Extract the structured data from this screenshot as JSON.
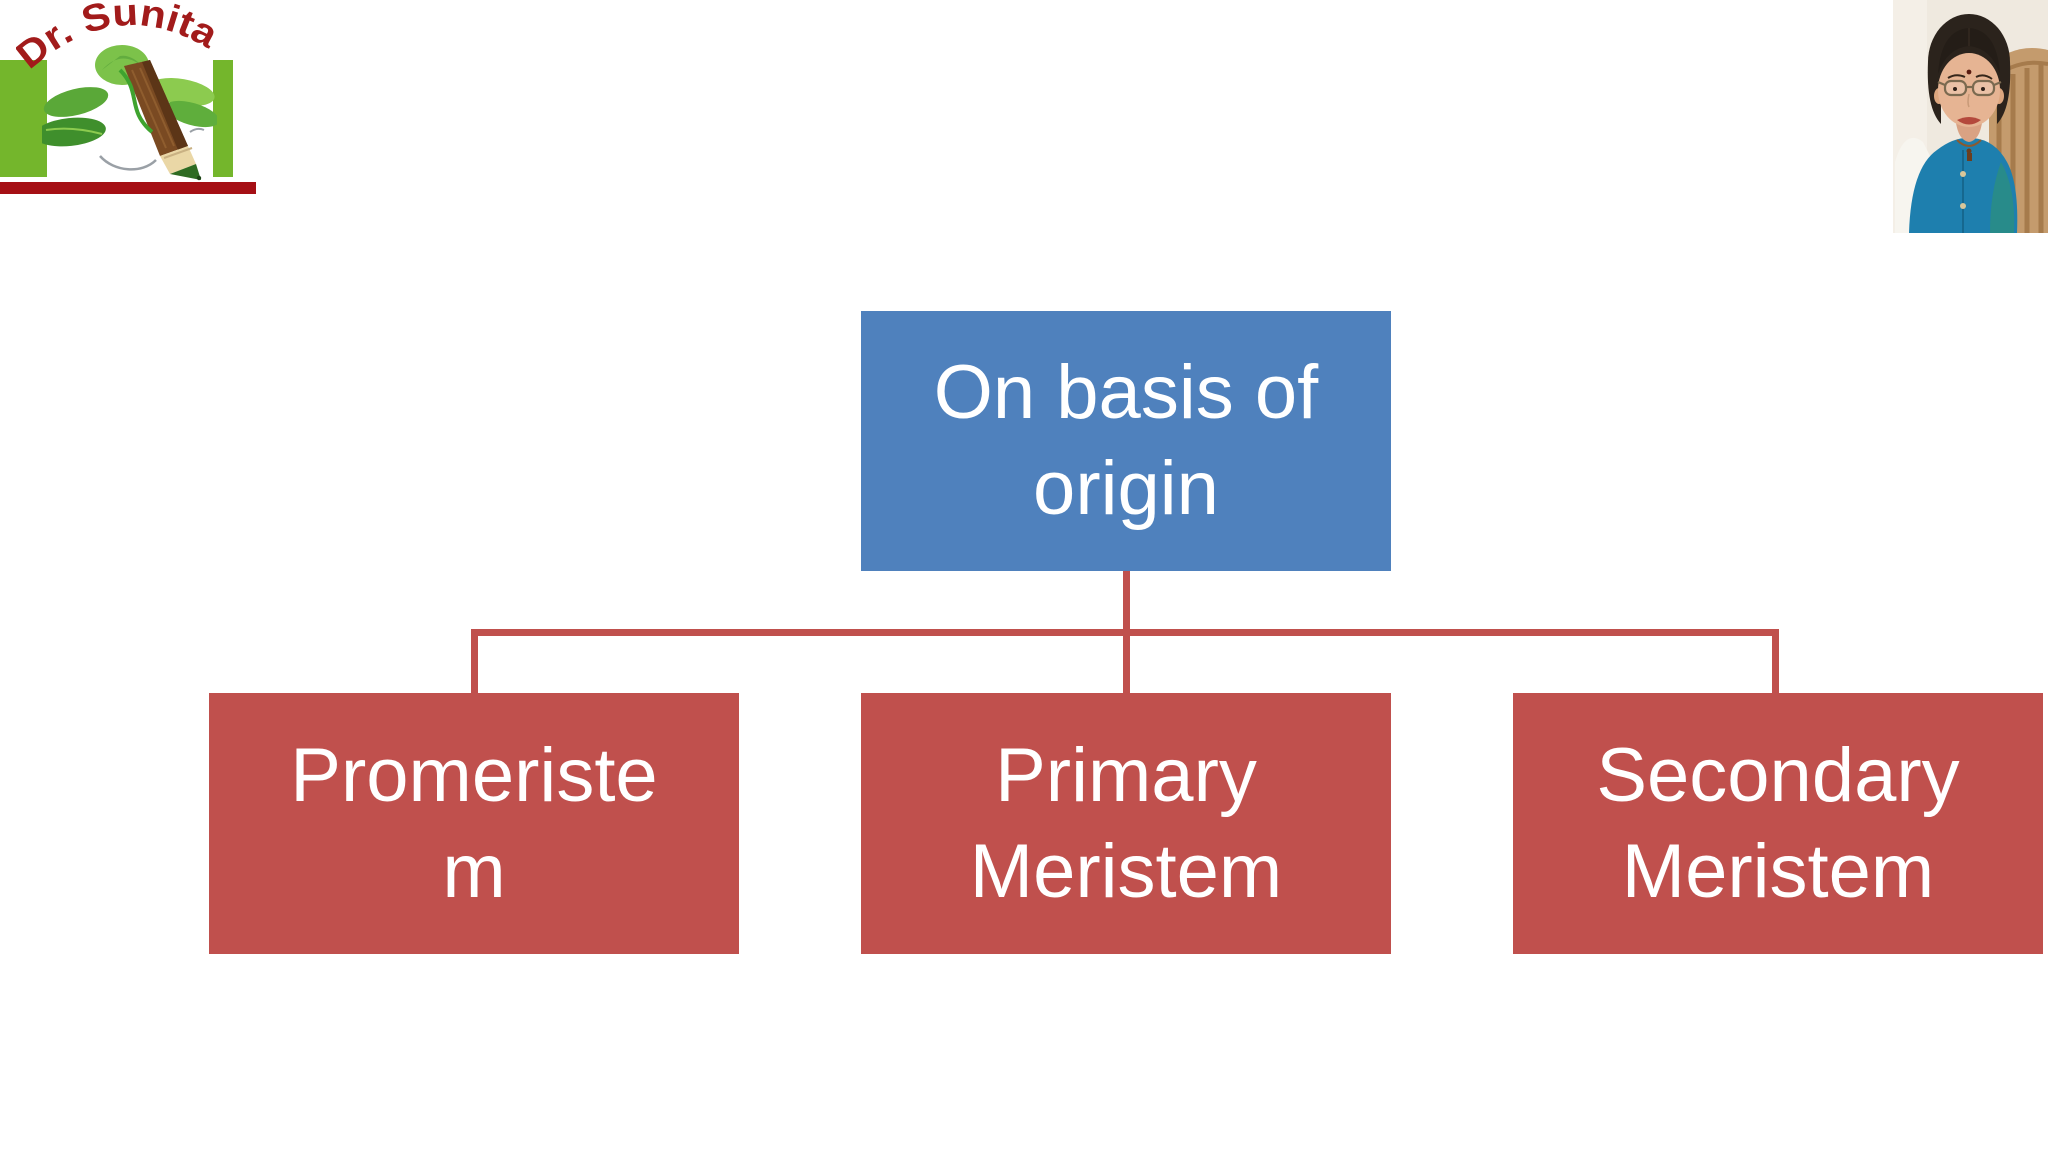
{
  "slide": {
    "title": "On basis of origin",
    "background_color": "#ffffff"
  },
  "logo": {
    "brand": "Dr. Sunita",
    "brand_color": "#a21b1b",
    "frame_color": "#74b62c",
    "underline_color": "#a50f15",
    "icon": "pencil-with-leaves-icon"
  },
  "presenter": {
    "photo": "presenter-photo",
    "wall_color": "#efe9df",
    "chair_color": "#c49b6d",
    "outfit_color": "#1e7fae"
  },
  "diagram": {
    "type": "hierarchy",
    "connector_color": "#c0504d",
    "root": {
      "label": "On basis of origin",
      "lines": [
        "On basis of",
        "origin"
      ],
      "fill": "#4f81bd",
      "text_color": "#ffffff"
    },
    "children": [
      {
        "label": "Promeristem",
        "lines": [
          "Promeriste",
          "m"
        ],
        "fill": "#c0504d",
        "text_color": "#ffffff"
      },
      {
        "label": "Primary Meristem",
        "lines": [
          "Primary",
          "Meristem"
        ],
        "fill": "#c0504d",
        "text_color": "#ffffff"
      },
      {
        "label": "Secondary Meristem",
        "lines": [
          "Secondary",
          "Meristem"
        ],
        "fill": "#c0504d",
        "text_color": "#ffffff"
      }
    ]
  }
}
